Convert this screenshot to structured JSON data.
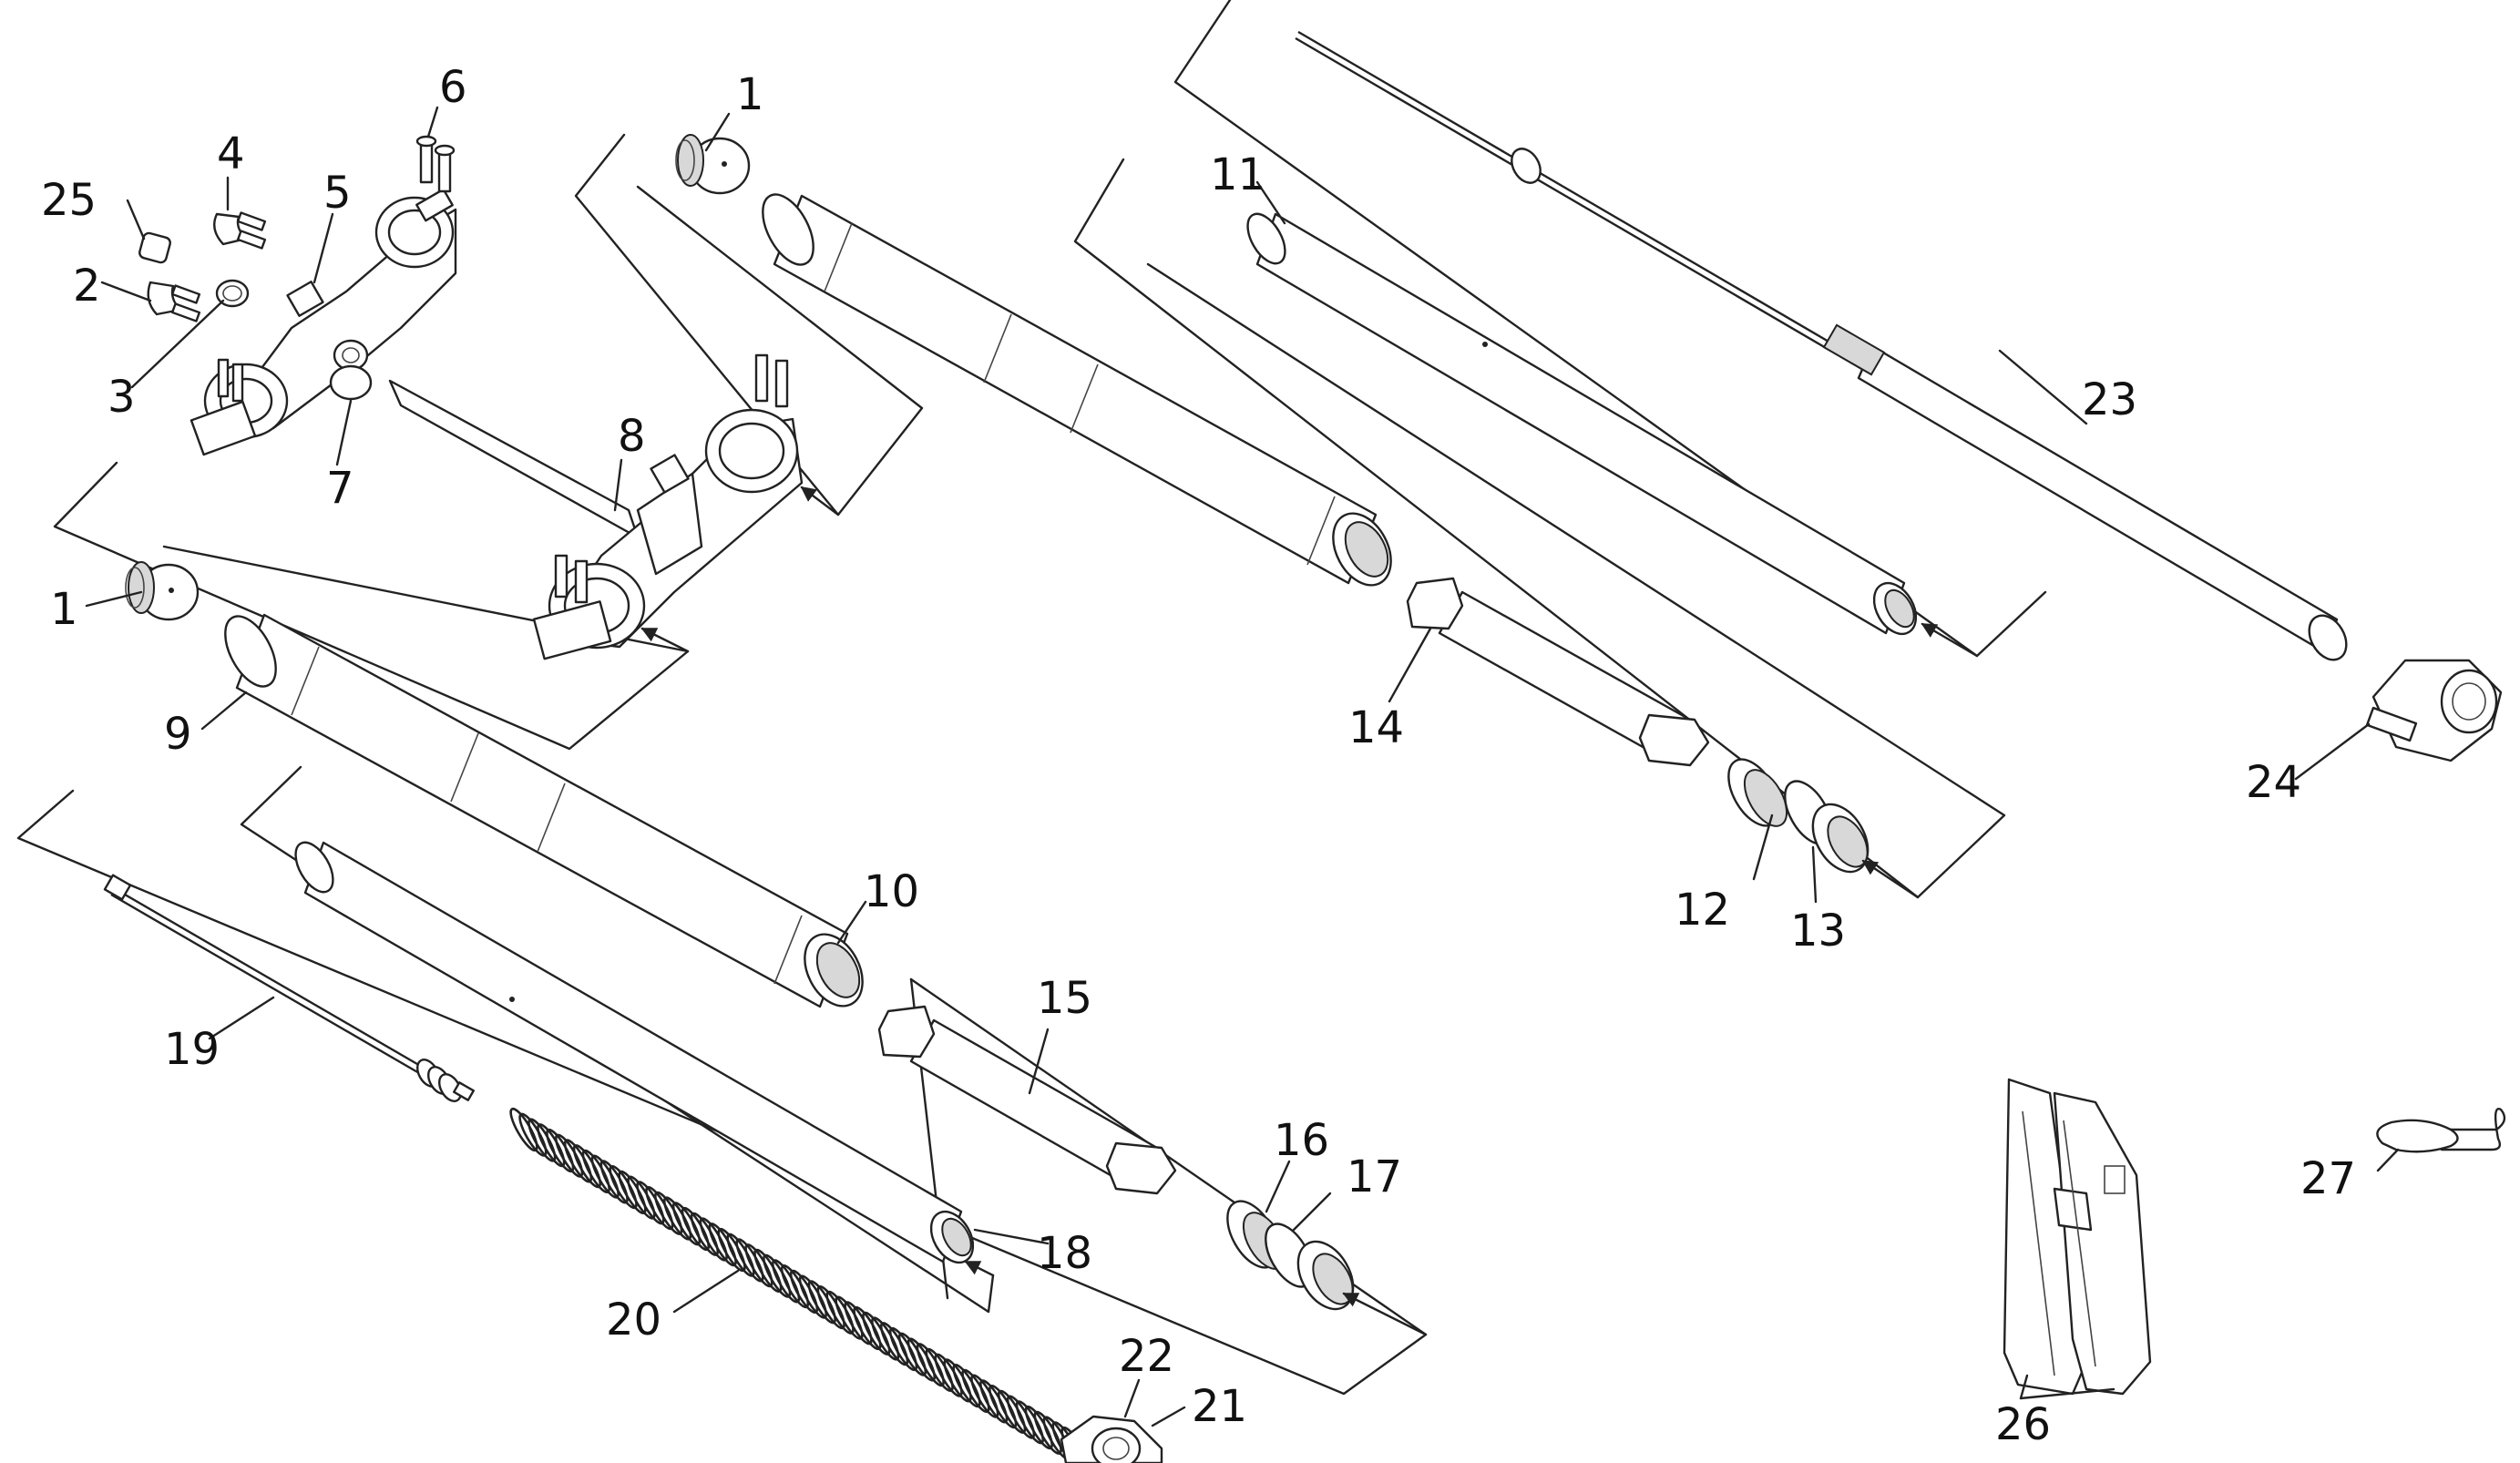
{
  "diagram": {
    "labels": [
      "1",
      "1",
      "2",
      "3",
      "4",
      "5",
      "6",
      "7",
      "8",
      "9",
      "10",
      "11",
      "12",
      "13",
      "14",
      "15",
      "16",
      "17",
      "18",
      "19",
      "20",
      "21",
      "22",
      "23",
      "24",
      "25",
      "26",
      "27"
    ]
  },
  "colors": {
    "line": "#222222",
    "background": "#ffffff",
    "shade": "#d8d8d8"
  }
}
